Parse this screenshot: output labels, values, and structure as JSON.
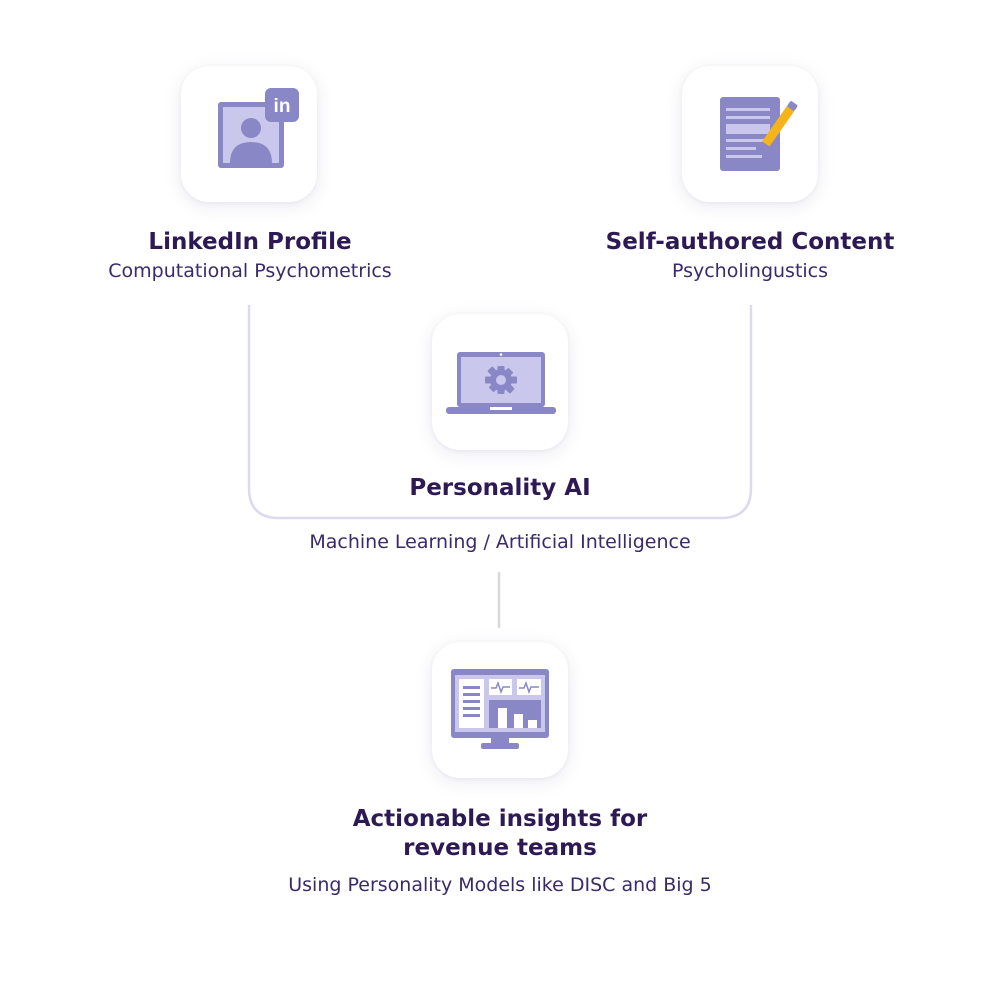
{
  "nodes": {
    "linkedin": {
      "title": "LinkedIn Profile",
      "subtitle": "Computational Psychometrics",
      "icon": "linkedin-profile-icon"
    },
    "content": {
      "title": "Self-authored Content",
      "subtitle": "Psycholingustics",
      "icon": "document-pen-icon"
    },
    "ai": {
      "title": "Personality AI",
      "subtitle": "Machine Learning / Artificial Intelligence",
      "icon": "laptop-gear-icon"
    },
    "insights": {
      "title_line1": "Actionable insights for",
      "title_line2": "revenue teams",
      "subtitle": "Using Personality Models like DISC and Big 5",
      "icon": "dashboard-monitor-icon"
    }
  },
  "colors": {
    "title": "#2d1a55",
    "icon_primary": "#8a87c6",
    "icon_light": "#c9c7ec",
    "accent_pencil": "#f4b41a",
    "connector": "#dcdaf0"
  }
}
